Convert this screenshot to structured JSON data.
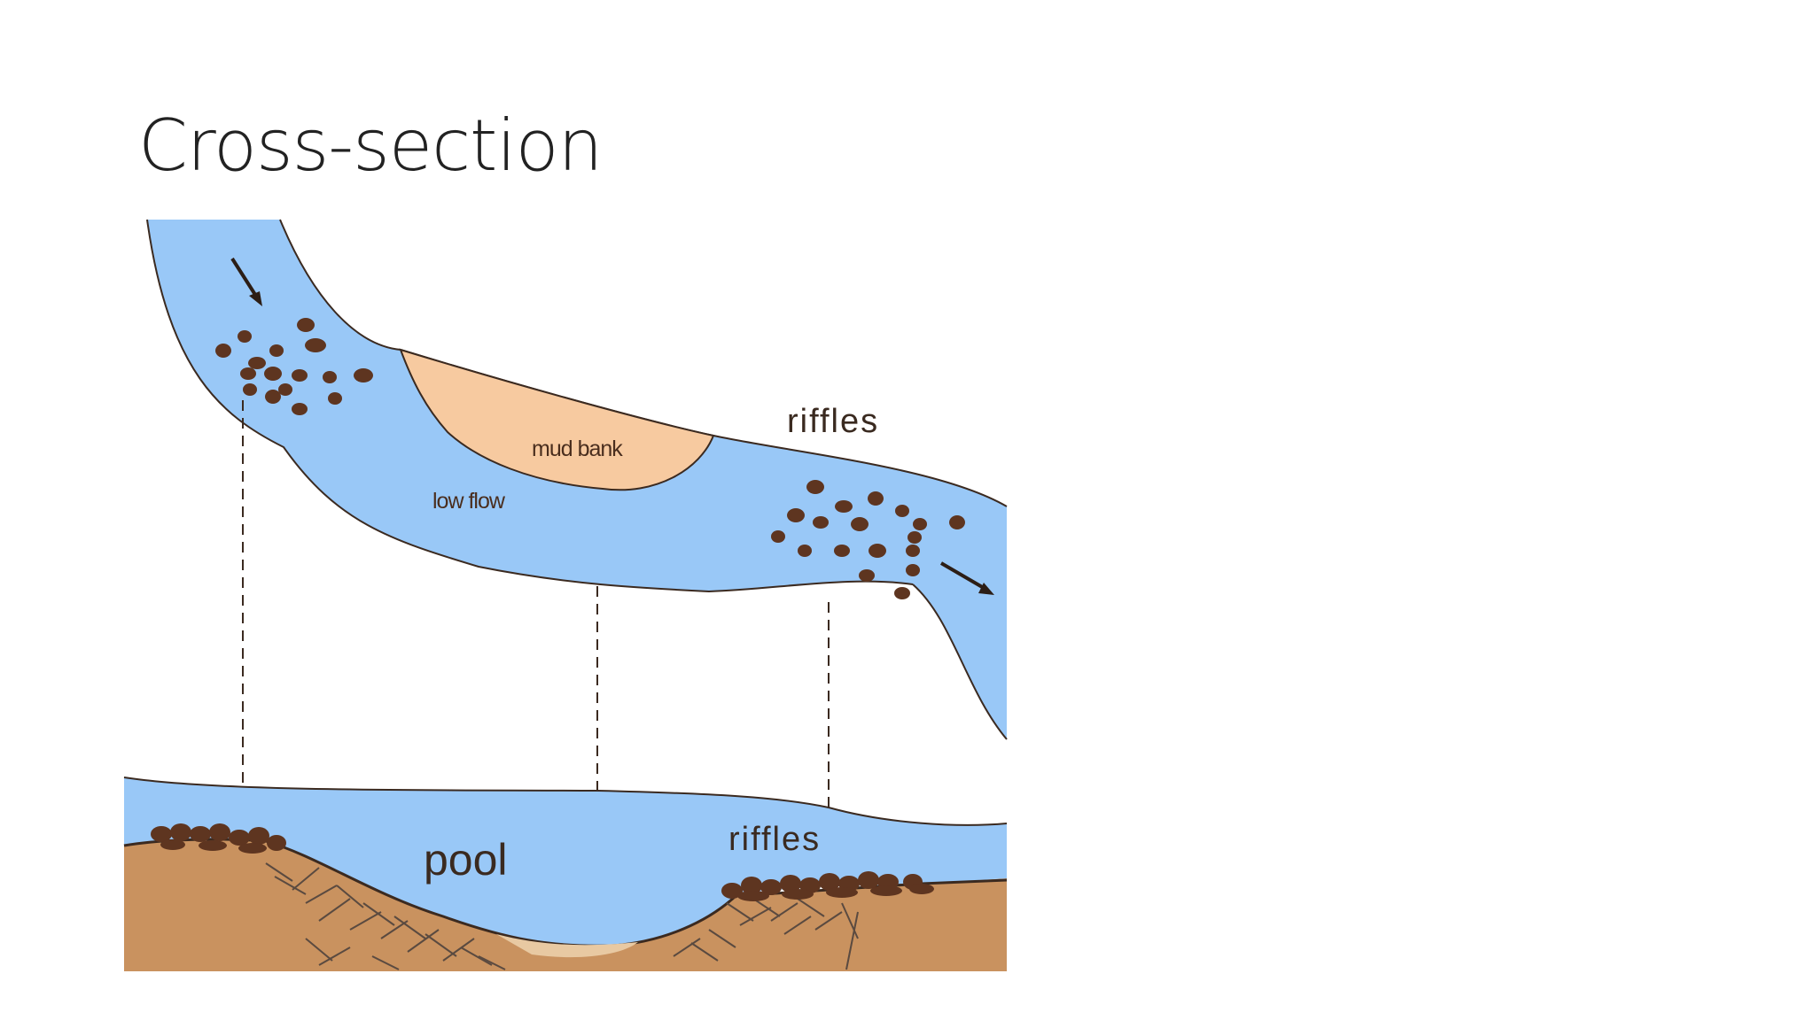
{
  "slide": {
    "title": "Cross-section"
  },
  "diagram": {
    "labels": {
      "riffles_top": "riffles",
      "mud_bank": "mud bank",
      "low_flow": "low flow",
      "pool": "pool",
      "riffles_bottom": "riffles"
    },
    "colors": {
      "water": "#99c8f7",
      "mud_bank": "#f7caa0",
      "ground": "#c9925f",
      "gravel": "#5e3520",
      "outline": "#3b2a20"
    }
  }
}
